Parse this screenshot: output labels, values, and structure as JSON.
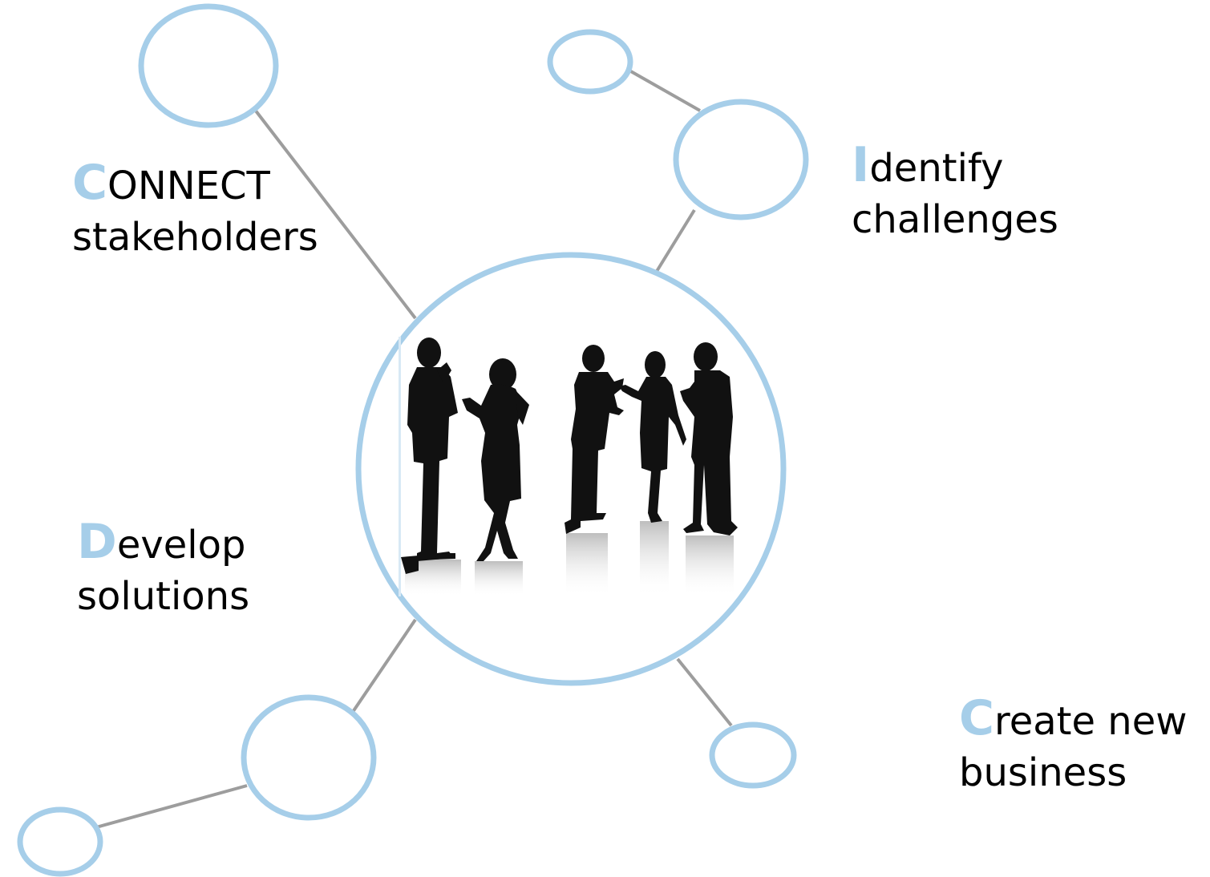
{
  "colors": {
    "accent": "#a6cee9",
    "connector": "#9d9d9d",
    "text": "#000000",
    "silhouette": "#111111"
  },
  "hub": {
    "image": "group-of-people-silhouette"
  },
  "labels": {
    "connect": {
      "initial": "C",
      "rest": "ONNECT",
      "line2": "stakeholders"
    },
    "identify": {
      "initial": "I",
      "rest": "dentify",
      "line2": "challenges"
    },
    "develop": {
      "initial": "D",
      "rest": "evelop",
      "line2": "solutions"
    },
    "create": {
      "initial": "C",
      "rest": "reate new",
      "line2": "business"
    }
  }
}
